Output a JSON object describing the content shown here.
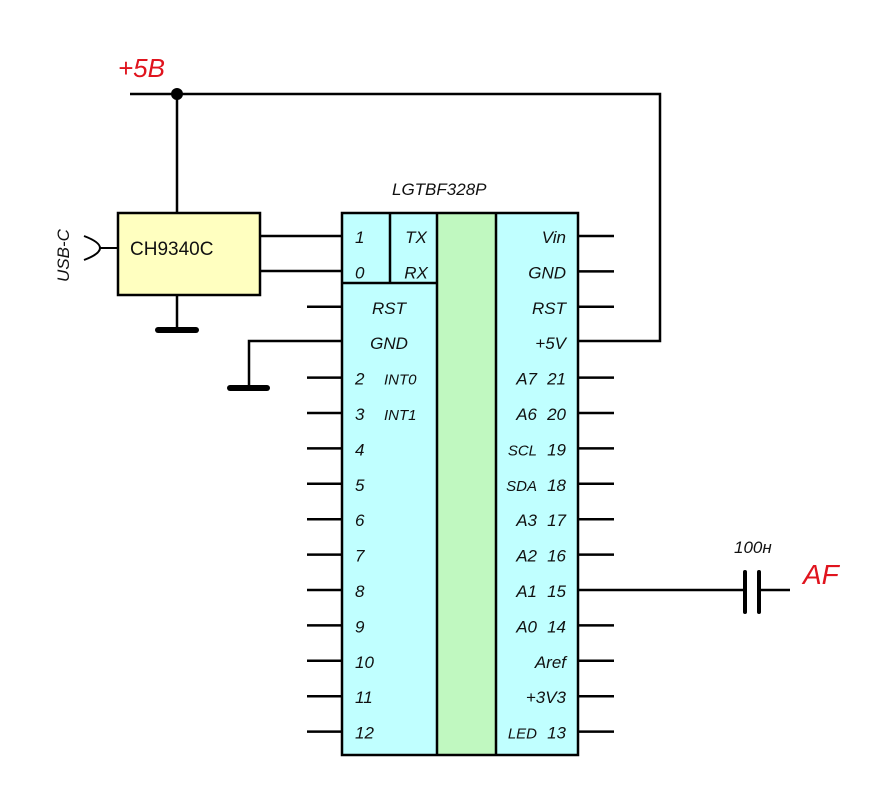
{
  "power": {
    "label": "+5В",
    "color": "#e0141e"
  },
  "usb": {
    "label": "USB-C"
  },
  "converter": {
    "name": "CH9340C",
    "fill": "#ffffc0"
  },
  "mcu": {
    "name": "LGTBF328P",
    "colors": {
      "pins": "#c0ffff",
      "core": "#c0f8c0"
    },
    "serial": [
      {
        "num": "1",
        "func": "TX"
      },
      {
        "num": "0",
        "func": "RX"
      }
    ],
    "left_pins": [
      {
        "num": "",
        "func": "RST"
      },
      {
        "num": "",
        "func": "GND"
      },
      {
        "num": "2",
        "func": "INT0"
      },
      {
        "num": "3",
        "func": "INT1"
      },
      {
        "num": "4",
        "func": ""
      },
      {
        "num": "5",
        "func": ""
      },
      {
        "num": "6",
        "func": ""
      },
      {
        "num": "7",
        "func": ""
      },
      {
        "num": "8",
        "func": ""
      },
      {
        "num": "9",
        "func": ""
      },
      {
        "num": "10",
        "func": ""
      },
      {
        "num": "11",
        "func": ""
      },
      {
        "num": "12",
        "func": ""
      }
    ],
    "right_pins": [
      {
        "func": "Vin",
        "num": ""
      },
      {
        "func": "GND",
        "num": ""
      },
      {
        "func": "RST",
        "num": ""
      },
      {
        "func": "+5V",
        "num": ""
      },
      {
        "func": "A7",
        "num": "21"
      },
      {
        "func": "A6",
        "num": "20"
      },
      {
        "func": "SCL",
        "num": "19"
      },
      {
        "func": "SDA",
        "num": "18"
      },
      {
        "func": "A3",
        "num": "17"
      },
      {
        "func": "A2",
        "num": "16"
      },
      {
        "func": "A1",
        "num": "15"
      },
      {
        "func": "A0",
        "num": "14"
      },
      {
        "func": "Aref",
        "num": ""
      },
      {
        "func": "+3V3",
        "num": ""
      },
      {
        "func": "LED",
        "num": "13"
      }
    ]
  },
  "capacitor": {
    "value": "100н"
  },
  "output": {
    "label": "AF",
    "color": "#e0141e"
  }
}
